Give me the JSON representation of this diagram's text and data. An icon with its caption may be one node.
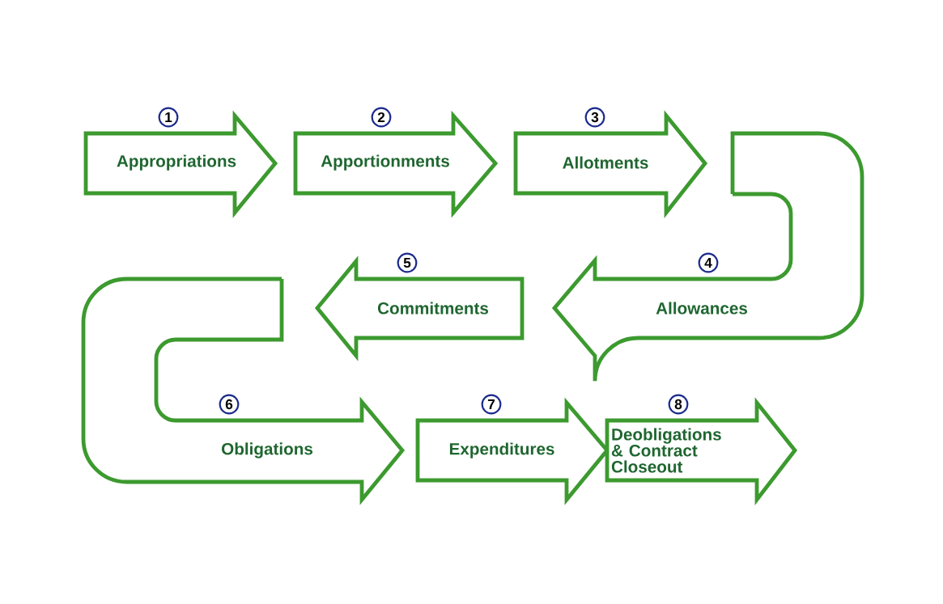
{
  "diagram": {
    "nodes": [
      {
        "text": [
          "Appropriations"
        ],
        "beside": [
          "1"
        ]
      },
      {
        "text": [
          "Apportionments"
        ],
        "beside": [
          "2"
        ]
      },
      {
        "text": [
          "Allotments"
        ],
        "beside": [
          "3"
        ]
      },
      {
        "text": [
          "Allowances"
        ],
        "beside": [
          "4"
        ]
      },
      {
        "text": [
          "Commitments"
        ],
        "beside": [
          "5"
        ]
      },
      {
        "text": [
          "Obligations"
        ],
        "beside": [
          "6"
        ]
      },
      {
        "text": [
          "Expenditures"
        ],
        "beside": [
          "7"
        ]
      },
      {
        "text": [
          "Deobligations & Contract Closeout"
        ],
        "beside": [
          "8"
        ]
      }
    ]
  }
}
